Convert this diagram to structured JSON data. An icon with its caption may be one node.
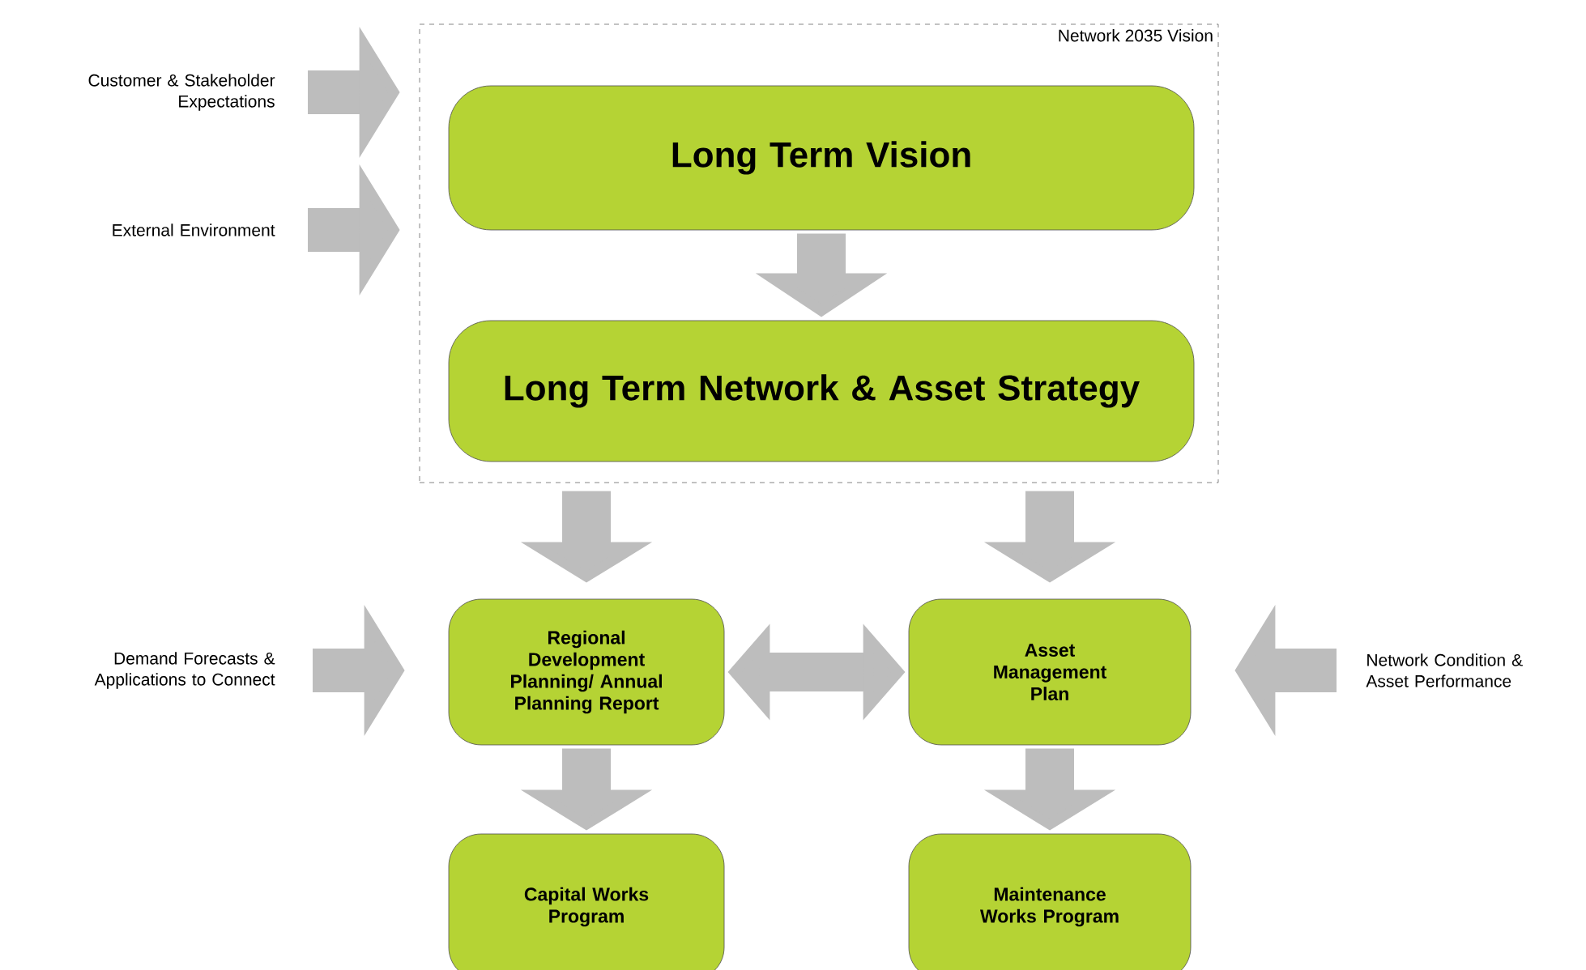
{
  "diagram": {
    "nodes": [
      {
        "text": [
          "Network 2035 Vision"
        ]
      },
      {
        "text": [
          "Long Term Vision"
        ],
        "in": 0
      },
      {
        "text": [
          "Long Term Network & Asset Strategy"
        ],
        "in": 0
      },
      {
        "text": [
          "Customer & Stakeholder Expectations"
        ]
      },
      {
        "text": [
          "External Environment"
        ]
      },
      {
        "text": [
          "Regional Development Planning/ Annual Planning Report"
        ]
      },
      {
        "text": [
          "Asset Management Plan"
        ]
      },
      {
        "text": [
          "Demand Forecasts & Applications to Connect"
        ]
      },
      {
        "text": [
          "Network Condition & Asset Performance"
        ]
      },
      {
        "text": [
          "Capital Works Program"
        ]
      },
      {
        "text": [
          "Maintenance Works Program"
        ]
      }
    ],
    "edges": [
      {
        "from": 3,
        "to": 0,
        "arrow": "to"
      },
      {
        "from": 4,
        "to": 0,
        "arrow": "to"
      },
      {
        "from": 1,
        "to": 2,
        "arrow": "to"
      },
      {
        "from": 0,
        "to": 5,
        "arrow": "to"
      },
      {
        "from": 0,
        "to": 6,
        "arrow": "to"
      },
      {
        "from": 5,
        "to": 6,
        "arrow": "both"
      },
      {
        "from": 7,
        "to": 5,
        "arrow": "to"
      },
      {
        "from": 8,
        "to": 6,
        "arrow": "to"
      },
      {
        "from": 5,
        "to": 9,
        "arrow": "to"
      },
      {
        "from": 6,
        "to": 10,
        "arrow": "to"
      }
    ]
  }
}
